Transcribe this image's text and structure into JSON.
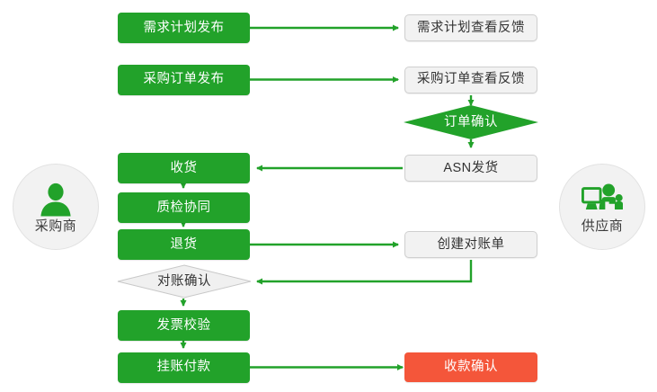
{
  "colors": {
    "green": "#22a22a",
    "green_line": "#22a22a",
    "orange": "#f4563a",
    "plain_fill": "#f2f2f2",
    "plain_border": "#cfcfcf",
    "circle_fill": "#f2f2f2",
    "text_dark": "#333333",
    "text_light": "#ffffff",
    "canvas": "#ffffff"
  },
  "actors": {
    "left": {
      "label": "采购商",
      "icon": "person-icon"
    },
    "right": {
      "label": "供应商",
      "icon": "person-at-computer-icon"
    }
  },
  "nodes": {
    "demand_plan_publish": {
      "label": "需求计划发布",
      "style": "green",
      "shape": "rect"
    },
    "demand_plan_feedback": {
      "label": "需求计划查看反馈",
      "style": "plain",
      "shape": "rect"
    },
    "po_publish": {
      "label": "采购订单发布",
      "style": "green",
      "shape": "rect"
    },
    "po_feedback": {
      "label": "采购订单查看反馈",
      "style": "plain",
      "shape": "rect"
    },
    "order_confirm": {
      "label": "订单确认",
      "style": "green",
      "shape": "diamond"
    },
    "asn_shipment": {
      "label": "ASN发货",
      "style": "plain",
      "shape": "rect"
    },
    "receive_goods": {
      "label": "收货",
      "style": "green",
      "shape": "rect"
    },
    "quality_collab": {
      "label": "质检协同",
      "style": "green",
      "shape": "rect"
    },
    "return_goods": {
      "label": "退货",
      "style": "green",
      "shape": "rect"
    },
    "create_statement": {
      "label": "创建对账单",
      "style": "plain",
      "shape": "rect"
    },
    "statement_confirm": {
      "label": "对账确认",
      "style": "gray",
      "shape": "diamond"
    },
    "invoice_verify": {
      "label": "发票校验",
      "style": "green",
      "shape": "rect"
    },
    "payable_payment": {
      "label": "挂账付款",
      "style": "green",
      "shape": "rect"
    },
    "receipt_confirm": {
      "label": "收款确认",
      "style": "orange",
      "shape": "rect"
    }
  },
  "edges": [
    {
      "from": "demand_plan_publish",
      "to": "demand_plan_feedback",
      "dir": "right"
    },
    {
      "from": "po_publish",
      "to": "po_feedback",
      "dir": "right"
    },
    {
      "from": "po_feedback",
      "to": "order_confirm",
      "dir": "down"
    },
    {
      "from": "order_confirm",
      "to": "asn_shipment",
      "dir": "down"
    },
    {
      "from": "asn_shipment",
      "to": "receive_goods",
      "dir": "left"
    },
    {
      "from": "receive_goods",
      "to": "quality_collab",
      "dir": "down"
    },
    {
      "from": "quality_collab",
      "to": "return_goods",
      "dir": "down"
    },
    {
      "from": "return_goods",
      "to": "create_statement",
      "dir": "right"
    },
    {
      "from": "create_statement",
      "to": "statement_confirm",
      "dir": "down-left"
    },
    {
      "from": "statement_confirm",
      "to": "invoice_verify",
      "dir": "down"
    },
    {
      "from": "invoice_verify",
      "to": "payable_payment",
      "dir": "down"
    },
    {
      "from": "payable_payment",
      "to": "receipt_confirm",
      "dir": "right"
    }
  ]
}
